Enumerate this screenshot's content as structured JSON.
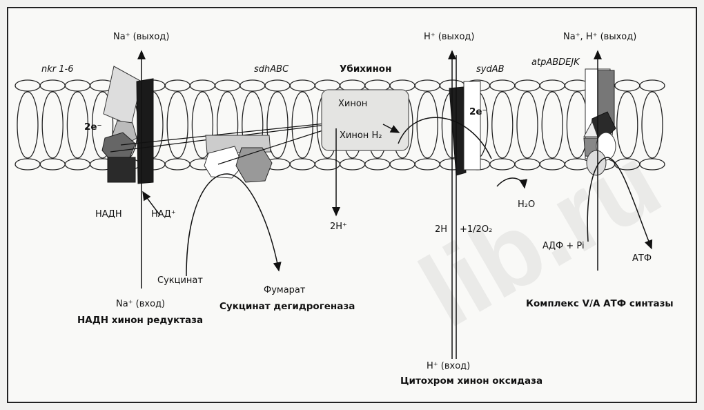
{
  "labels": {
    "na_out": "Na⁺ (выход)",
    "h_out": "H⁺ (выход)",
    "na_h_out": "Na⁺, H⁺ (выход)",
    "nkr": "nkr 1-6",
    "sdh": "sdhABC",
    "ubiquinone": "Убихинон",
    "syd": "sydAB",
    "atp": "atpABDEJK",
    "quinone": "Хинон",
    "quinone_h2": "Хинон H₂",
    "two_e_1": "2e⁻",
    "two_e_2": "2e⁻",
    "nadh": "НАДН",
    "nad": "НАД⁺",
    "two_h": "2H⁺",
    "water": "H₂O",
    "two_h_cyt": "2H",
    "half_o2": "+1/2O₂",
    "adp_pi": "АДФ + Pi",
    "atf": "АТФ",
    "succinate": "Сукцинат",
    "fumarate": "Фумарат",
    "na_in": "Na⁺ (вход)",
    "nadh_reductase": "НАДН хинон редуктаза",
    "succinate_dh": "Сукцинат дегидрогеназа",
    "h_in": "H⁺ (вход)",
    "cyt_oxidase": "Цитохром хинон оксидаза",
    "atp_synthase": "Комплекс V/A АТФ синтазы"
  },
  "watermark": "lib.ru"
}
